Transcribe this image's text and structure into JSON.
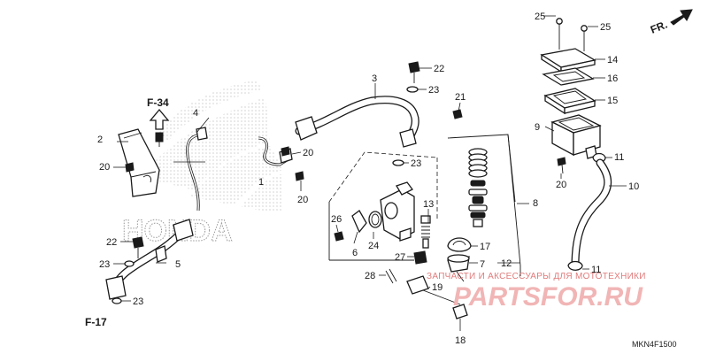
{
  "direction_label": "FR.",
  "diagram_code": "MKN4F1500",
  "refs": {
    "f34": "F-34",
    "f17": "F-17"
  },
  "watermark": {
    "brand": "HONDA",
    "site": "PARTSFOR.RU",
    "tagline": "ЗАПЧАСТИ И АКСЕССУАРЫ ДЛЯ МОТОТЕХНИКИ"
  },
  "callouts": [
    "1",
    "2",
    "3",
    "4",
    "5",
    "6",
    "7",
    "8",
    "9",
    "10",
    "11",
    "12",
    "13",
    "14",
    "15",
    "16",
    "17",
    "18",
    "19",
    "20",
    "21",
    "22",
    "23",
    "24",
    "25",
    "26",
    "27",
    "28"
  ],
  "colors": {
    "line": "#1a1a1a",
    "watermark": "#e07b7b",
    "background": "#ffffff"
  }
}
